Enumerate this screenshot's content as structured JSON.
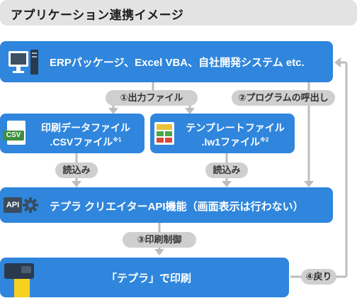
{
  "title": "アプリケーション連携イメージ",
  "boxes": {
    "erp": "ERPパッケージ、Excel VBA、自社開発システム etc.",
    "csv_line1": "印刷データファイル",
    "csv_line2": ".CSVファイル",
    "csv_note": "※1",
    "csv_icon_label": "CSV",
    "tpl_line1": "テンプレートファイル",
    "tpl_line2": ".lw1ファイル",
    "tpl_note": "※2",
    "api": "テプラ クリエイターAPI機能（画面表示は行わない）",
    "api_icon_label": "API",
    "print": "「テプラ」で印刷"
  },
  "steps": {
    "output": "①出力ファイル",
    "program_call": "②プログラムの呼出し",
    "read_csv": "読込み",
    "read_tpl": "読込み",
    "print_control": "③印刷制御",
    "return": "④戻り"
  },
  "colors": {
    "box_blue": "#2f86dc",
    "pill_gray": "#cfcfcf",
    "connector_gray": "#bdbdbd",
    "title_bg": "#e3e3e3"
  }
}
